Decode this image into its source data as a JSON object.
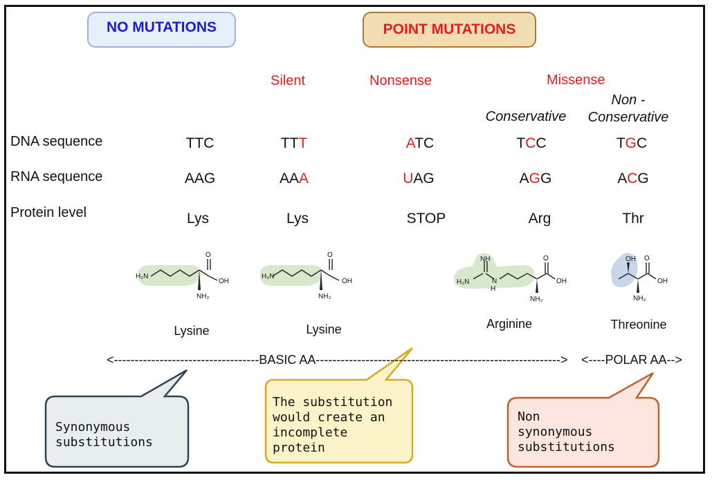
{
  "headers": {
    "no_mutations": "NO MUTATIONS",
    "point_mutations": "POINT MUTATIONS"
  },
  "mutation_types": {
    "silent": "Silent",
    "nonsense": "Nonsense",
    "missense": "Missense",
    "conservative": "Conservative",
    "non_conservative_line1": "Non -",
    "non_conservative_line2": "Conservative"
  },
  "rows": {
    "dna": "DNA sequence",
    "rna": "RNA sequence",
    "protein": "Protein level"
  },
  "columns": [
    {
      "dna": [
        "TTC",
        "",
        ""
      ],
      "rna": [
        "AAG",
        "",
        ""
      ],
      "protein": "Lys",
      "aa_name": "Lysine"
    },
    {
      "dna": [
        "TT",
        "T",
        ""
      ],
      "rna": [
        "AA",
        "A",
        ""
      ],
      "protein": "Lys",
      "aa_name": "Lysine"
    },
    {
      "dna": [
        "",
        "A",
        "TC"
      ],
      "rna": [
        "",
        "U",
        "AG"
      ],
      "protein": "STOP",
      "aa_name": ""
    },
    {
      "dna": [
        "T",
        "C",
        "C"
      ],
      "rna": [
        "A",
        "G",
        "G"
      ],
      "protein": "Arg",
      "aa_name": "Arginine"
    },
    {
      "dna": [
        "T",
        "G",
        "C"
      ],
      "rna": [
        "A",
        "C",
        "G"
      ],
      "protein": "Thr",
      "aa_name": "Threonine"
    }
  ],
  "axis": {
    "basic": "<-----------------------------------BASIC AA-----------------------------------------------------------> ",
    "polar": "<----POLAR AA-->"
  },
  "callouts": {
    "synonymous": "Synonymous\nsubstitutions",
    "incomplete": "The substitution\nwould create an\nincomplete\nprotein",
    "non_synonymous": "Non\nsynonymous\nsubstitutions"
  },
  "structure_labels": {
    "h2n": "H₂N",
    "oh": "OH",
    "o": "O",
    "nh2": "NH₂",
    "nh": "NH",
    "h": "H",
    "n": "N"
  },
  "colors": {
    "mutation_red": "#d42020",
    "no_mut_box": "#e7effa",
    "point_mut_box": "#f3dcb2",
    "callout_gray": "#e8edf0",
    "callout_yellow": "#fdf3c8",
    "callout_peach": "#fbe5de",
    "hydrophobic_highlight": "#d8e8cc",
    "polar_highlight": "#c9d6ea"
  }
}
